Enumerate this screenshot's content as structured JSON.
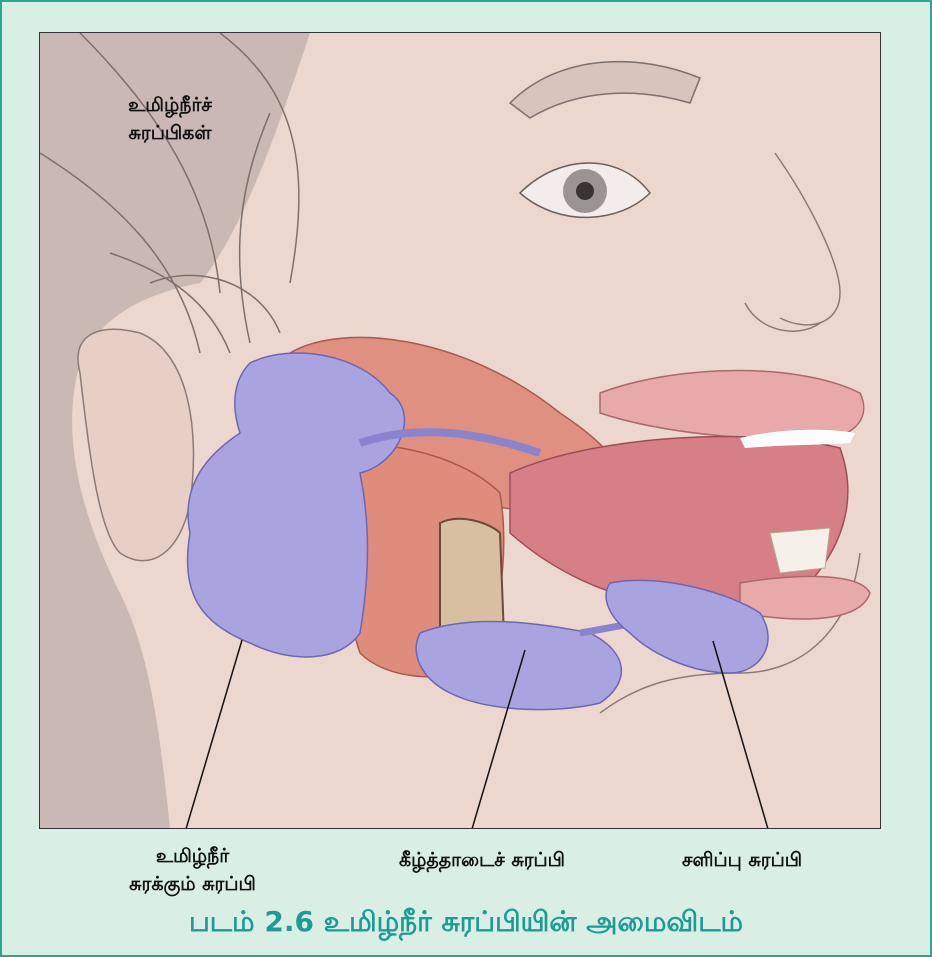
{
  "figure": {
    "labels": {
      "salivary_glands_line1": "உமிழ்நீர்ச்",
      "salivary_glands_line2": "சுரப்பிகள்",
      "parotid_line1": "உமிழ்நீர்",
      "parotid_line2": "சுரக்கும் சுரப்பி",
      "submandibular": "கீழ்த்தாடைச் சுரப்பி",
      "sublingual": "சளிப்பு சுரப்பி"
    }
  },
  "caption": "படம் 2.6 உமிழ்நீர் சுரப்பியின் அமைவிடம்",
  "colors": {
    "background": "#d9efe6",
    "frame": "#2aa88f",
    "skin": "#ecd7cf",
    "backdrop": "#c9b8b3",
    "gland": "#a9a3e0",
    "muscle": "#e09080",
    "caption": "#1e9c93"
  }
}
